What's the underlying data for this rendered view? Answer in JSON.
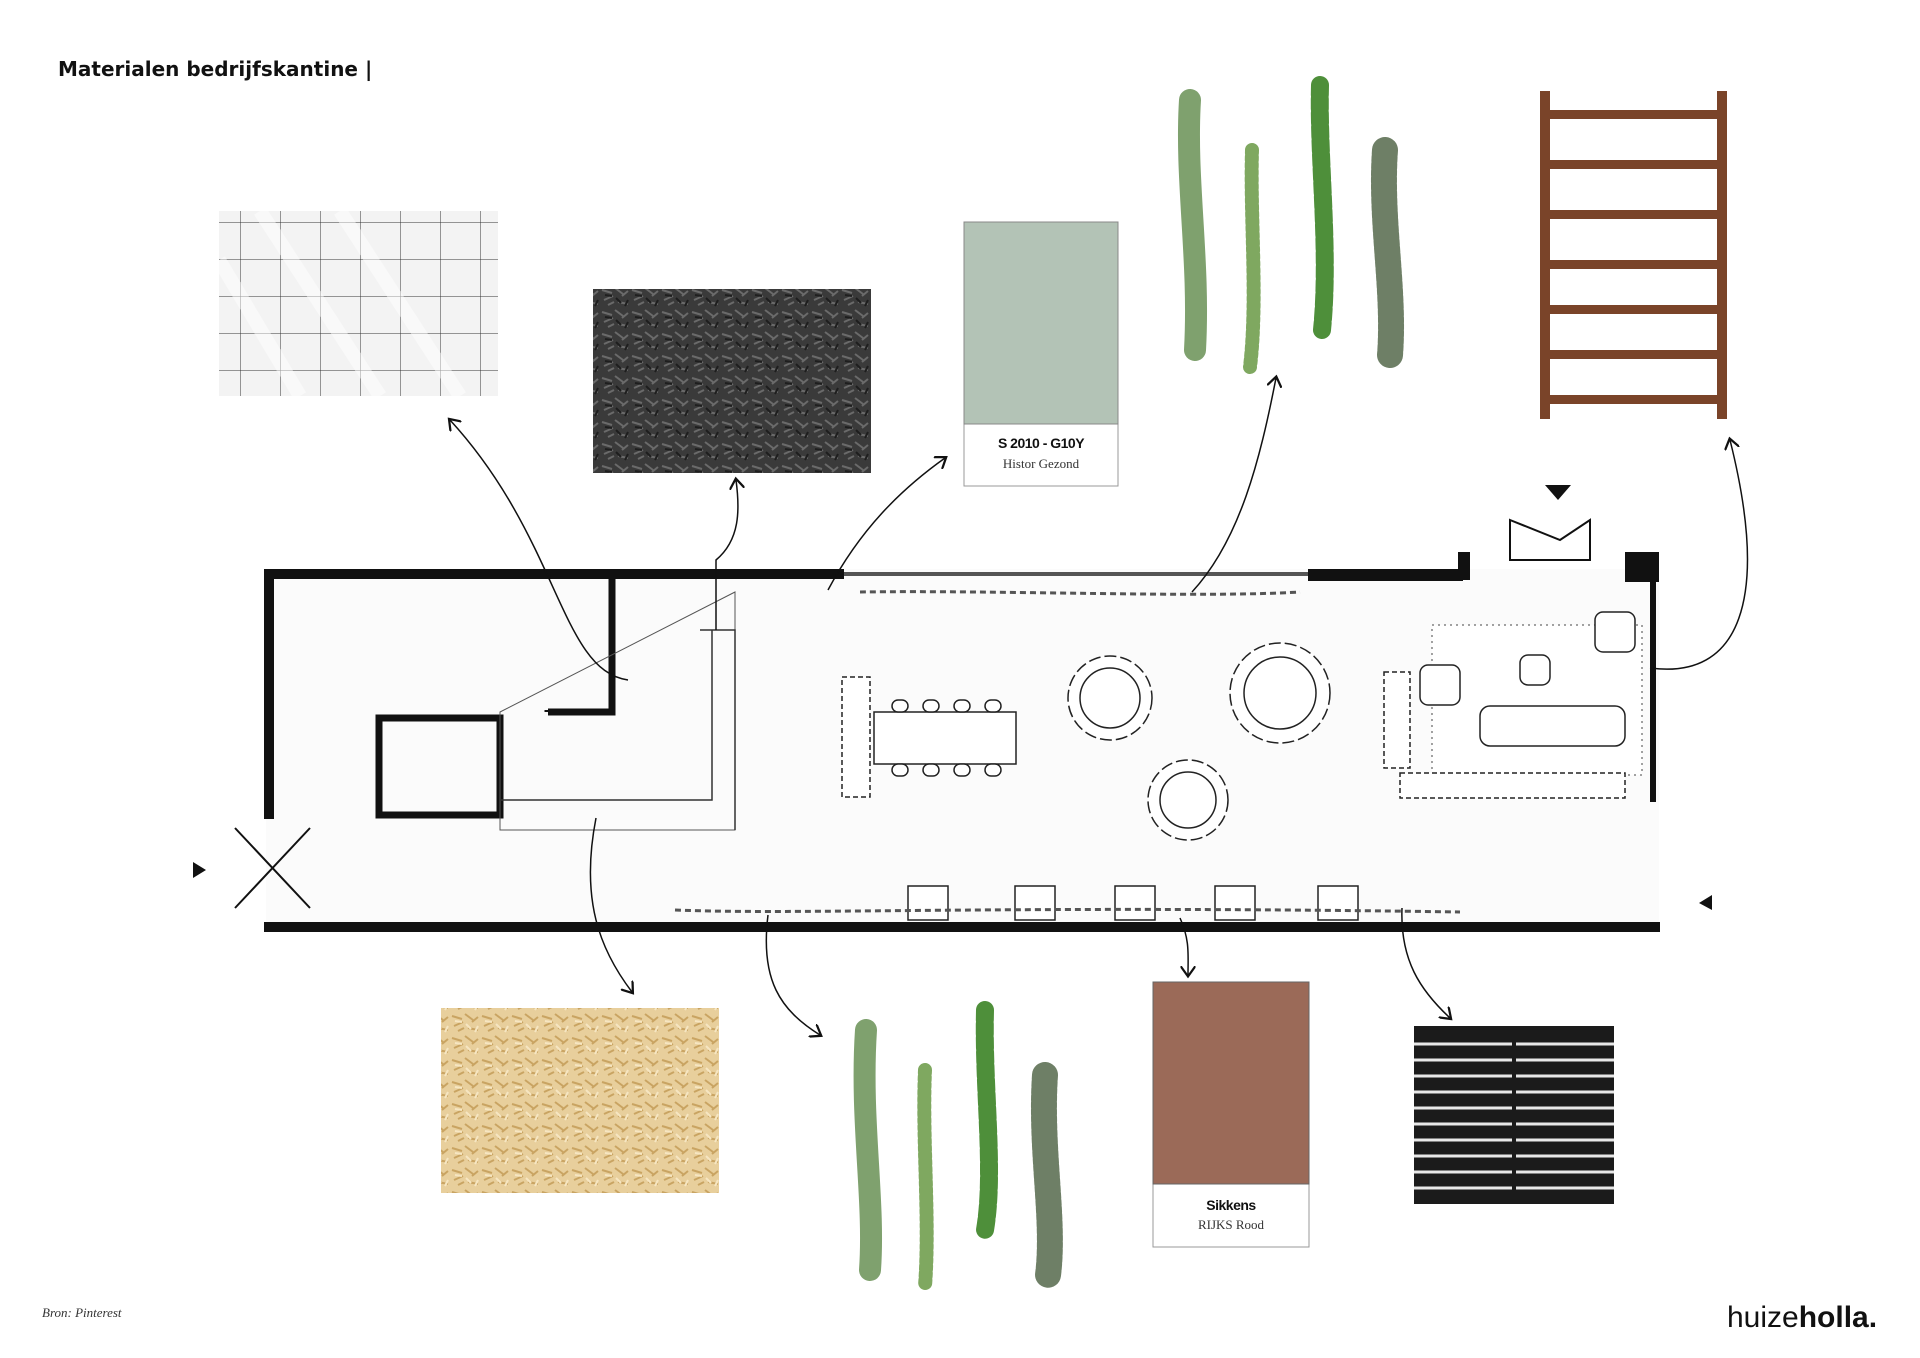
{
  "title": "Materialen bedrijfskantine |",
  "swatches": [
    {
      "code": "S 2010 - G10Y",
      "name": "Histor Gezond",
      "color": "#b3c3b6"
    },
    {
      "code": "Sikkens",
      "name": "RIJKS Rood",
      "color": "#9b6a58"
    }
  ],
  "materials": [
    "white-grid-tiles",
    "dark-osb-board",
    "hanging-plants",
    "wooden-ladder",
    "light-osb-board",
    "black-slat-panel"
  ],
  "footer": {
    "source": "Bron: Pinterest",
    "logo_light": "huize",
    "logo_bold": "holla."
  }
}
